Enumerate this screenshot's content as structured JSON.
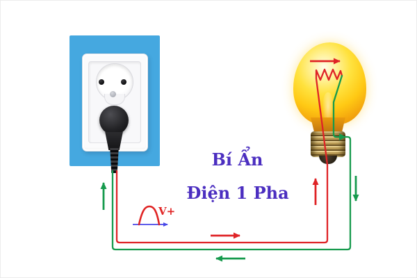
{
  "image_type": "single-phase electricity educational circuit diagram",
  "labels": {
    "mystery": "Bí Ẩn",
    "phase": "Điện 1 Pha",
    "voltage_pulse": "V+"
  },
  "colors": {
    "background": "#ffffff",
    "wall_panel_blue": "#45a8e0",
    "live_wire_red": "#df2326",
    "neutral_wire_green": "#169a4d",
    "caption_violet": "#4b2ec0",
    "waveform_axis_blue": "#4747e8",
    "bulb_yellow": "#ffd21e",
    "plug_black": "#1a1a1c"
  },
  "components": [
    {
      "name": "wall-socket",
      "description": "white European wall outlet on a blue panel, two pin holes and ground dot"
    },
    {
      "name": "power-plug",
      "description": "black round plug inserted in lower socket, cord splits into green and red wires"
    },
    {
      "name": "light-bulb",
      "description": "glowing yellow incandescent bulb with brass screw base"
    },
    {
      "name": "resistor-symbol",
      "description": "red zigzag resistor drawn inside the bulb"
    },
    {
      "name": "circuit-loop",
      "description": "red live wire and green neutral wire forming a rectangular loop between socket and bulb"
    },
    {
      "name": "voltage-waveform",
      "description": "red positive half-sine pulse on a blue time axis labeled V+"
    }
  ],
  "flow_arrows": [
    {
      "name": "neutral-up-arrow",
      "color": "green",
      "direction": "up",
      "position": "beside socket wires"
    },
    {
      "name": "live-up-arrow",
      "color": "red",
      "direction": "up",
      "position": "left of bulb base"
    },
    {
      "name": "neutral-down-arrow",
      "color": "green",
      "direction": "down",
      "position": "right of bulb"
    },
    {
      "name": "live-right-arrow",
      "color": "red",
      "direction": "right",
      "position": "above bottom red wire"
    },
    {
      "name": "neutral-left-arrow",
      "color": "green",
      "direction": "left",
      "position": "below bottom green wire"
    },
    {
      "name": "filament-current-arrow",
      "color": "red",
      "direction": "right",
      "position": "inside bulb above resistor"
    },
    {
      "name": "base-out-arrow",
      "color": "green",
      "direction": "right",
      "position": "on short wire leaving bulb base"
    }
  ]
}
